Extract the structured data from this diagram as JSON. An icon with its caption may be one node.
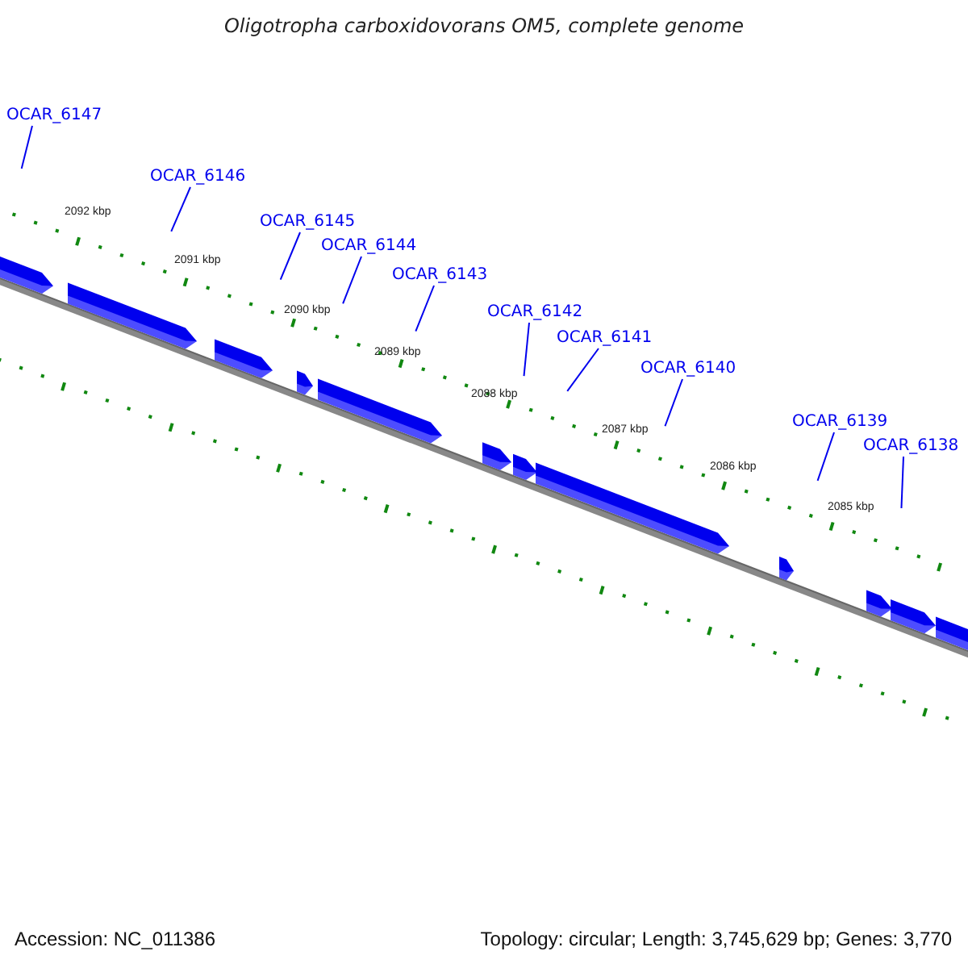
{
  "diagram": {
    "title": "Oligotropha carboxidovorans OM5, complete genome",
    "nodes": [
      {
        "text": [
          "OCAR_6147"
        ]
      },
      {
        "text": [
          "OCAR_6146"
        ]
      },
      {
        "text": [
          "OCAR_6145"
        ]
      },
      {
        "text": [
          "OCAR_6144"
        ]
      },
      {
        "text": [
          "OCAR_6143"
        ]
      },
      {
        "text": [
          "OCAR_6142"
        ]
      },
      {
        "text": [
          "OCAR_6141"
        ]
      },
      {
        "text": [
          "OCAR_6140"
        ]
      },
      {
        "text": [
          "OCAR_6139"
        ]
      },
      {
        "text": [
          "OCAR_6138"
        ]
      }
    ],
    "edges": [
      {
        "from": 0,
        "to": null,
        "arrow": "none"
      },
      {
        "from": 1,
        "to": null,
        "arrow": "none"
      },
      {
        "from": 2,
        "to": null,
        "arrow": "none"
      },
      {
        "from": 3,
        "to": null,
        "arrow": "none"
      },
      {
        "from": 4,
        "to": null,
        "arrow": "none"
      },
      {
        "from": 5,
        "to": null,
        "arrow": "none"
      },
      {
        "from": 6,
        "to": null,
        "arrow": "none"
      },
      {
        "from": 7,
        "to": null,
        "arrow": "none"
      },
      {
        "from": 8,
        "to": null,
        "arrow": "none"
      },
      {
        "from": 9,
        "to": null,
        "arrow": "none"
      }
    ],
    "labels": [
      "2092 kbp",
      "2091 kbp",
      "2090 kbp",
      "2089 kbp",
      "2088 kbp",
      "2087 kbp",
      "2086 kbp",
      "2085 kbp",
      "Accession: NC_011386",
      "Topology: circular; Length: 3,745,629 bp; Genes: 3,770"
    ]
  }
}
